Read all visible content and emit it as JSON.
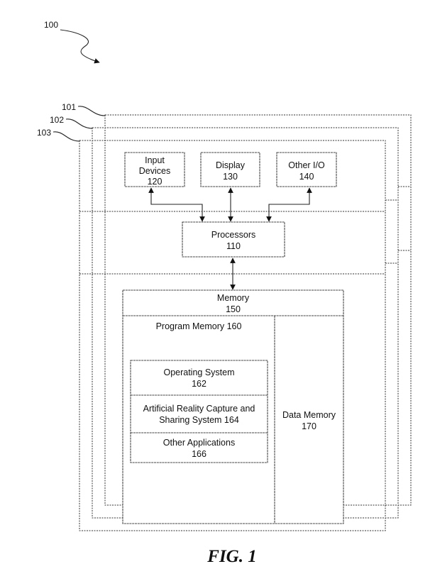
{
  "figure": {
    "label": "FIG. 1",
    "system_ref": "100",
    "layer_refs": [
      "101",
      "102",
      "103"
    ]
  },
  "components": {
    "input_devices": {
      "line1": "Input",
      "line2": "Devices",
      "line3": "120"
    },
    "display": {
      "line1": "Display",
      "line2": "130"
    },
    "other_io": {
      "line1": "Other I/O",
      "line2": "140"
    },
    "processors": {
      "line1": "Processors",
      "line2": "110"
    },
    "memory": {
      "line1": "Memory",
      "line2": "150"
    },
    "program_memory": {
      "label": "Program Memory 160"
    },
    "operating_system": {
      "line1": "Operating System",
      "line2": "162"
    },
    "ar_capture": {
      "line1": "Artificial Reality Capture and",
      "line2": "Sharing System 164"
    },
    "other_apps": {
      "line1": "Other Applications",
      "line2": "166"
    },
    "data_memory": {
      "line1": "Data Memory",
      "line2": "170"
    }
  },
  "connections": [
    {
      "from": "processors",
      "to": "input_devices",
      "bidirectional": true
    },
    {
      "from": "processors",
      "to": "display",
      "bidirectional": true
    },
    {
      "from": "processors",
      "to": "other_io",
      "bidirectional": true
    },
    {
      "from": "processors",
      "to": "memory",
      "bidirectional": true
    }
  ]
}
